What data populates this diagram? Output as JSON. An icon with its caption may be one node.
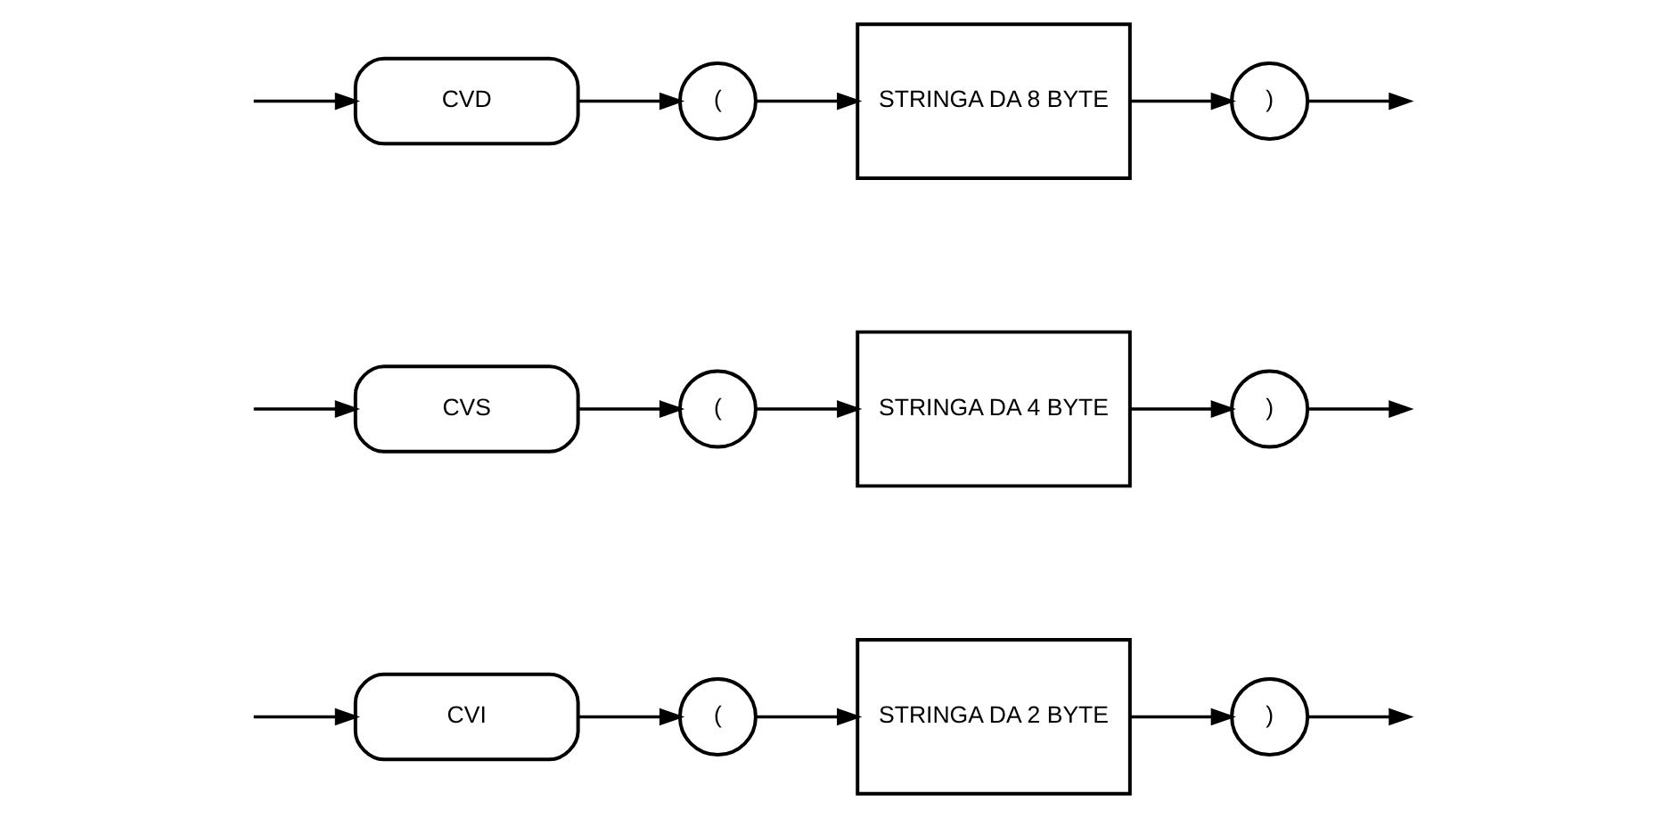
{
  "diagram": {
    "nodes": [
      {
        "text": [
          "CVI"
        ]
      },
      {
        "text": [
          "("
        ]
      },
      {
        "text": [
          "STRINGA DA 2 BYTE"
        ]
      },
      {
        "text": [
          ")"
        ]
      },
      {
        "text": [
          "CVS"
        ]
      },
      {
        "text": [
          "("
        ]
      },
      {
        "text": [
          "STRINGA DA 4 BYTE"
        ]
      },
      {
        "text": [
          ")"
        ]
      },
      {
        "text": [
          "CVD"
        ]
      },
      {
        "text": [
          "("
        ]
      },
      {
        "text": [
          "STRINGA DA 8 BYTE"
        ]
      },
      {
        "text": [
          ")"
        ]
      }
    ],
    "edges": [
      {
        "from": null,
        "to": 0,
        "arrow": "to"
      },
      {
        "from": 0,
        "to": 1,
        "arrow": "to"
      },
      {
        "from": 1,
        "to": 2,
        "arrow": "to"
      },
      {
        "from": 2,
        "to": 3,
        "arrow": "to"
      },
      {
        "from": 3,
        "to": null,
        "arrow": "to"
      },
      {
        "from": null,
        "to": 4,
        "arrow": "to"
      },
      {
        "from": 4,
        "to": 5,
        "arrow": "to"
      },
      {
        "from": 5,
        "to": 6,
        "arrow": "to"
      },
      {
        "from": 6,
        "to": 7,
        "arrow": "to"
      },
      {
        "from": 7,
        "to": null,
        "arrow": "to"
      },
      {
        "from": null,
        "to": 8,
        "arrow": "to"
      },
      {
        "from": 8,
        "to": 9,
        "arrow": "to"
      },
      {
        "from": 9,
        "to": 10,
        "arrow": "to"
      },
      {
        "from": 10,
        "to": 11,
        "arrow": "to"
      },
      {
        "from": 11,
        "to": null,
        "arrow": "to"
      }
    ]
  }
}
